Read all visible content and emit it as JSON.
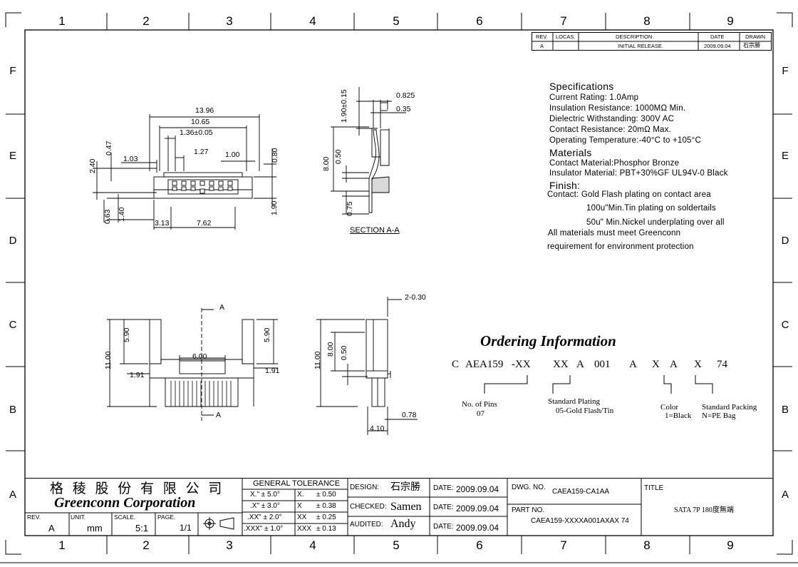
{
  "zones": {
    "numbers": [
      "1",
      "2",
      "3",
      "4",
      "5",
      "6",
      "7",
      "8",
      "9"
    ],
    "letters": [
      "F",
      "E",
      "D",
      "C",
      "B",
      "A"
    ]
  },
  "revision_block": {
    "headers": {
      "rev": "REV.",
      "locas": "LOCAS.",
      "description": "DESCRIPTION",
      "date": "DATE",
      "drawn": "DRAWN"
    },
    "row": {
      "rev": "A",
      "locas": "",
      "description": "INITIAL RELEASE.",
      "date": "2009.09.04",
      "drawn": "石宗勝"
    }
  },
  "top_view": {
    "dims": {
      "overall": "13.96",
      "inner": "10.65",
      "pitch_tol": "1.36±0.05",
      "pitch": "1.27",
      "left_1": "1.03",
      "right_1": "1.00",
      "h_047": "0.47",
      "h_240": "2.40",
      "h_080": "0.80",
      "h_190": "1.90",
      "h_063": "0.63",
      "h_140": "1.40",
      "b_313": "3.13",
      "b_762": "7.62"
    }
  },
  "section_view": {
    "dims": {
      "h_190": "1.90±0.15",
      "w_0825": "0.825",
      "w_035": "0.35",
      "h_800": "8.00",
      "h_050": "0.50",
      "h_075": "0.75"
    },
    "label": "SECTION A-A"
  },
  "front_view": {
    "dims": {
      "h_1100": "11.00",
      "h_590_l": "5.90",
      "h_590_r": "5.90",
      "w_600": "6.00",
      "w_191_l": "1.91",
      "w_191_r": "1.91"
    },
    "section_mark_top": "A",
    "section_mark_bottom": "A"
  },
  "side_view": {
    "dims": {
      "r_030": "2-0.30",
      "h_1100": "11.00",
      "h_800": "8.00",
      "h_050": "0.50",
      "w_078": "0.78",
      "w_410": "4.10"
    }
  },
  "specifications": {
    "title": "Specifications",
    "lines": [
      "Current Rating: 1.0Amp",
      "Insulation Resistance: 1000MΩ Min.",
      "Dielectric Withstanding: 300V AC",
      "Contact Resistance: 20mΩ Max.",
      "Operating Temperature:-40°C to +105°C"
    ],
    "materials_title": "Materials",
    "materials": [
      "Contact Material:Phosphor Bronze",
      "Insulator Material: PBT+30%GF UL94V-0 Black"
    ],
    "finish_title": "Finish:",
    "finish": [
      "Contact: Gold Flash plating on contact area",
      "100u\"Min.Tin plating on soldertails",
      "50u\" Min.Nickel underplating over all"
    ],
    "note": [
      "All materials must meet Greenconn",
      "requirement for environment protection"
    ]
  },
  "ordering": {
    "title": "Ordering Information",
    "code": [
      "C",
      "AEA159",
      "-XX",
      "XX",
      "A",
      "001",
      "A",
      "X",
      "A",
      "X",
      "74"
    ],
    "legend": {
      "pins": [
        "No. of Pins",
        "07"
      ],
      "plating": [
        "Standard Plating",
        "05-Gold Flash/Tin"
      ],
      "color": [
        "Color",
        "1=Black"
      ],
      "packing": [
        "Standard Packing",
        "N=PE Bag"
      ]
    }
  },
  "title_block": {
    "company_cn": "格 稜 股 份 有 限 公 司",
    "company_en": "Greenconn Corporation",
    "rev_label": "REV.",
    "rev": "A",
    "unit_label": "UNIT.",
    "unit": "mm",
    "scale_label": "SCALE.",
    "scale": "5:1",
    "page_label": "PAGE.",
    "page": "1/1",
    "tolerance_title": "GENERAL TOLERANCE",
    "tol_left": [
      "X.\" ± 5.0°",
      ".X\" ± 3.0°",
      ".XX\" ± 2.0°",
      ".XXX\" ± 1.0°"
    ],
    "tol_right": [
      ".X     ± 0.50",
      ".X     ± 0.38",
      ".XX   ± 0.25",
      ".XXX  ± 0.13"
    ],
    "tol_right_keys": [
      "X.",
      "X",
      "XX",
      "XXX"
    ],
    "tol_right_vals": [
      "± 0.50",
      "± 0.38",
      "± 0.25",
      "± 0.13"
    ],
    "design_label": "DESIGN:",
    "design": "石宗勝",
    "checked_label": "CHECKED:",
    "checked": "Samen",
    "audited_label": "AUDITED:",
    "audited": "Andy",
    "date_label": "DATE:",
    "date1": "2009.09.04",
    "date2": "2009.09.04",
    "date3": "2009.09.04",
    "dwg_label": "DWG. NO.",
    "dwg": "CAEA159-CA1AA",
    "part_label": "PART NO.",
    "part": "CAEA159-XXXXA001AXAX 74",
    "title_label": "TITLE",
    "title": "SATA 7P 180度無端"
  }
}
